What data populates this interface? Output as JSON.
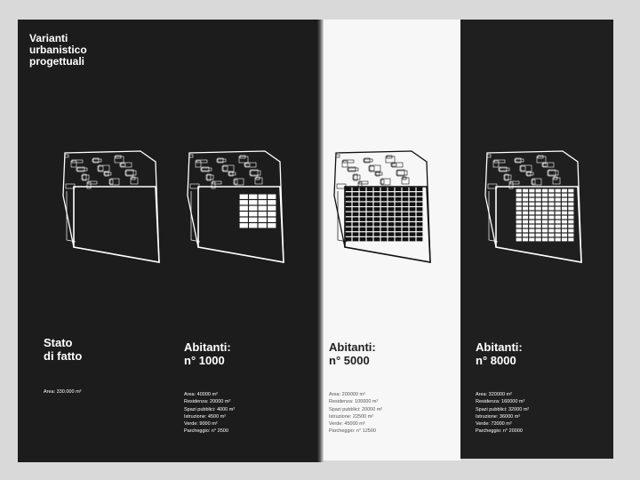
{
  "title": [
    "Varianti",
    "urbanistico",
    "progettuali"
  ],
  "columns": [
    {
      "heading": [
        "Stato",
        "di fatto"
      ],
      "stats": [
        "Area: 330.000 m²"
      ]
    },
    {
      "heading": [
        "Abitanti:",
        "n° 1000"
      ],
      "stats": [
        "Area: 40000 m²",
        "Residenza: 20000 m²",
        "Spazi pubblici: 4000 m²",
        "Istruzione: 4500 m²",
        "Verde: 9000 m²",
        "Parcheggio: n° 2500"
      ]
    },
    {
      "heading": [
        "Abitanti:",
        "n° 5000"
      ],
      "stats": [
        "Area: 200000 m²",
        "Residenza: 100000 m²",
        "Spazi pubblici: 20000 m²",
        "Istruzione: 22500 m²",
        "Verde: 45000 m²",
        "Parcheggio: n° 12500"
      ]
    },
    {
      "heading": [
        "Abitanti:",
        "n° 8000"
      ],
      "stats": [
        "Area: 320000 m²",
        "Residenza: 160000 m²",
        "Spazi pubblici: 32000 m²",
        "Istruzione: 36000 m²",
        "Verde: 72000 m²",
        "Parcheggio: n° 20000"
      ]
    }
  ],
  "colors": {
    "dark": "#1c1c1c",
    "light": "#f7f7f7"
  }
}
